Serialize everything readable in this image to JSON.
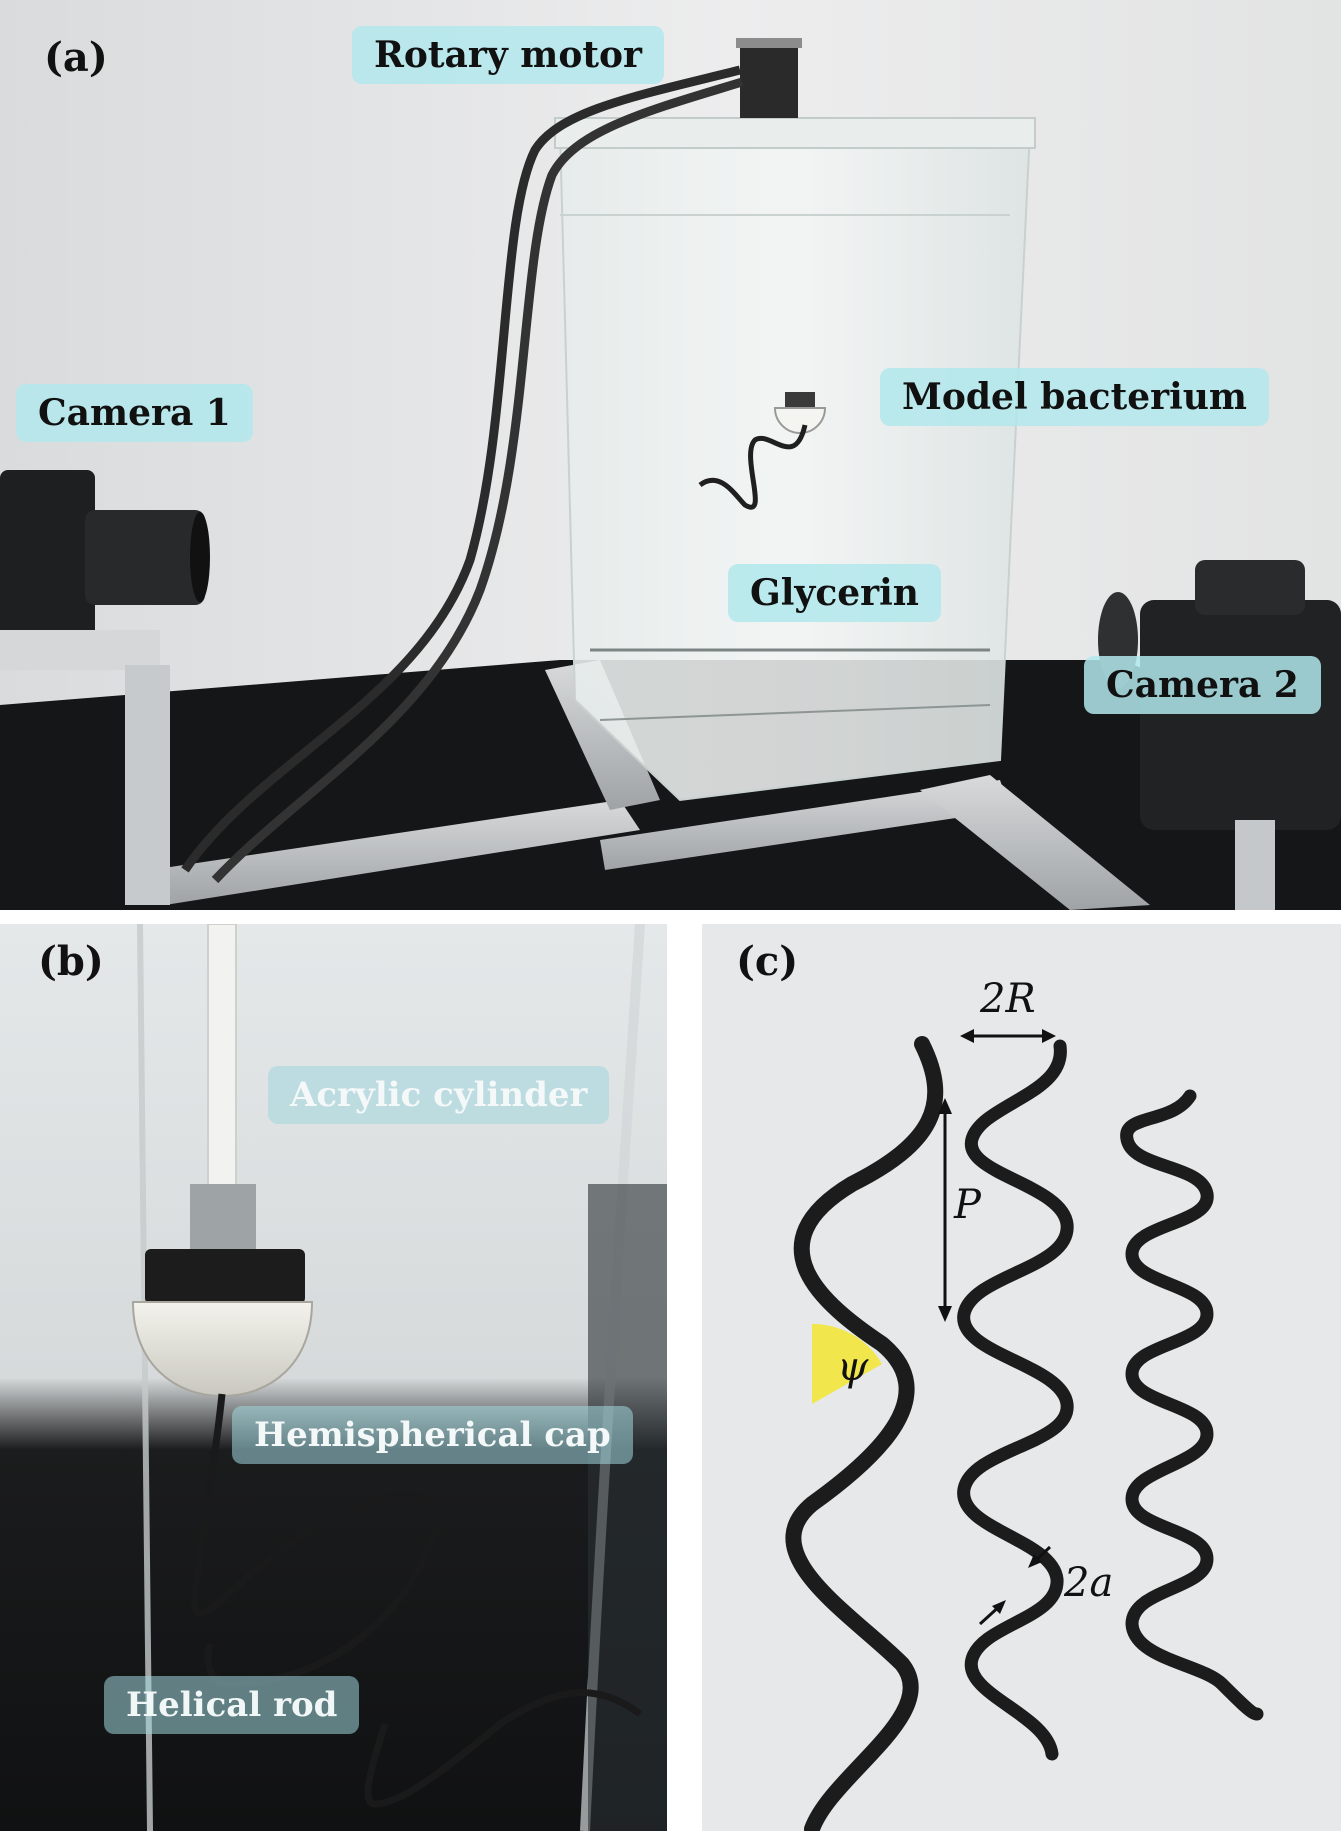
{
  "panels": {
    "a": {
      "letter": "(a)",
      "labels": {
        "rotary_motor": "Rotary motor",
        "camera_1": "Camera 1",
        "model_bacterium": "Model bacterium",
        "glycerin": "Glycerin",
        "camera_2": "Camera 2"
      }
    },
    "b": {
      "letter": "(b)",
      "labels": {
        "acrylic_cylinder": "Acrylic cylinder",
        "hemispherical_cap": "Hemispherical cap",
        "helical_rod": "Helical rod"
      }
    },
    "c": {
      "letter": "(c)",
      "symbols": {
        "two_r": "2R",
        "pitch": "P",
        "psi": "ψ",
        "two_a": "2a"
      }
    }
  },
  "colors": {
    "label_bg": "#b2e8ec",
    "angle_highlight": "#f2e63a",
    "rod": "#1c1c1c"
  }
}
